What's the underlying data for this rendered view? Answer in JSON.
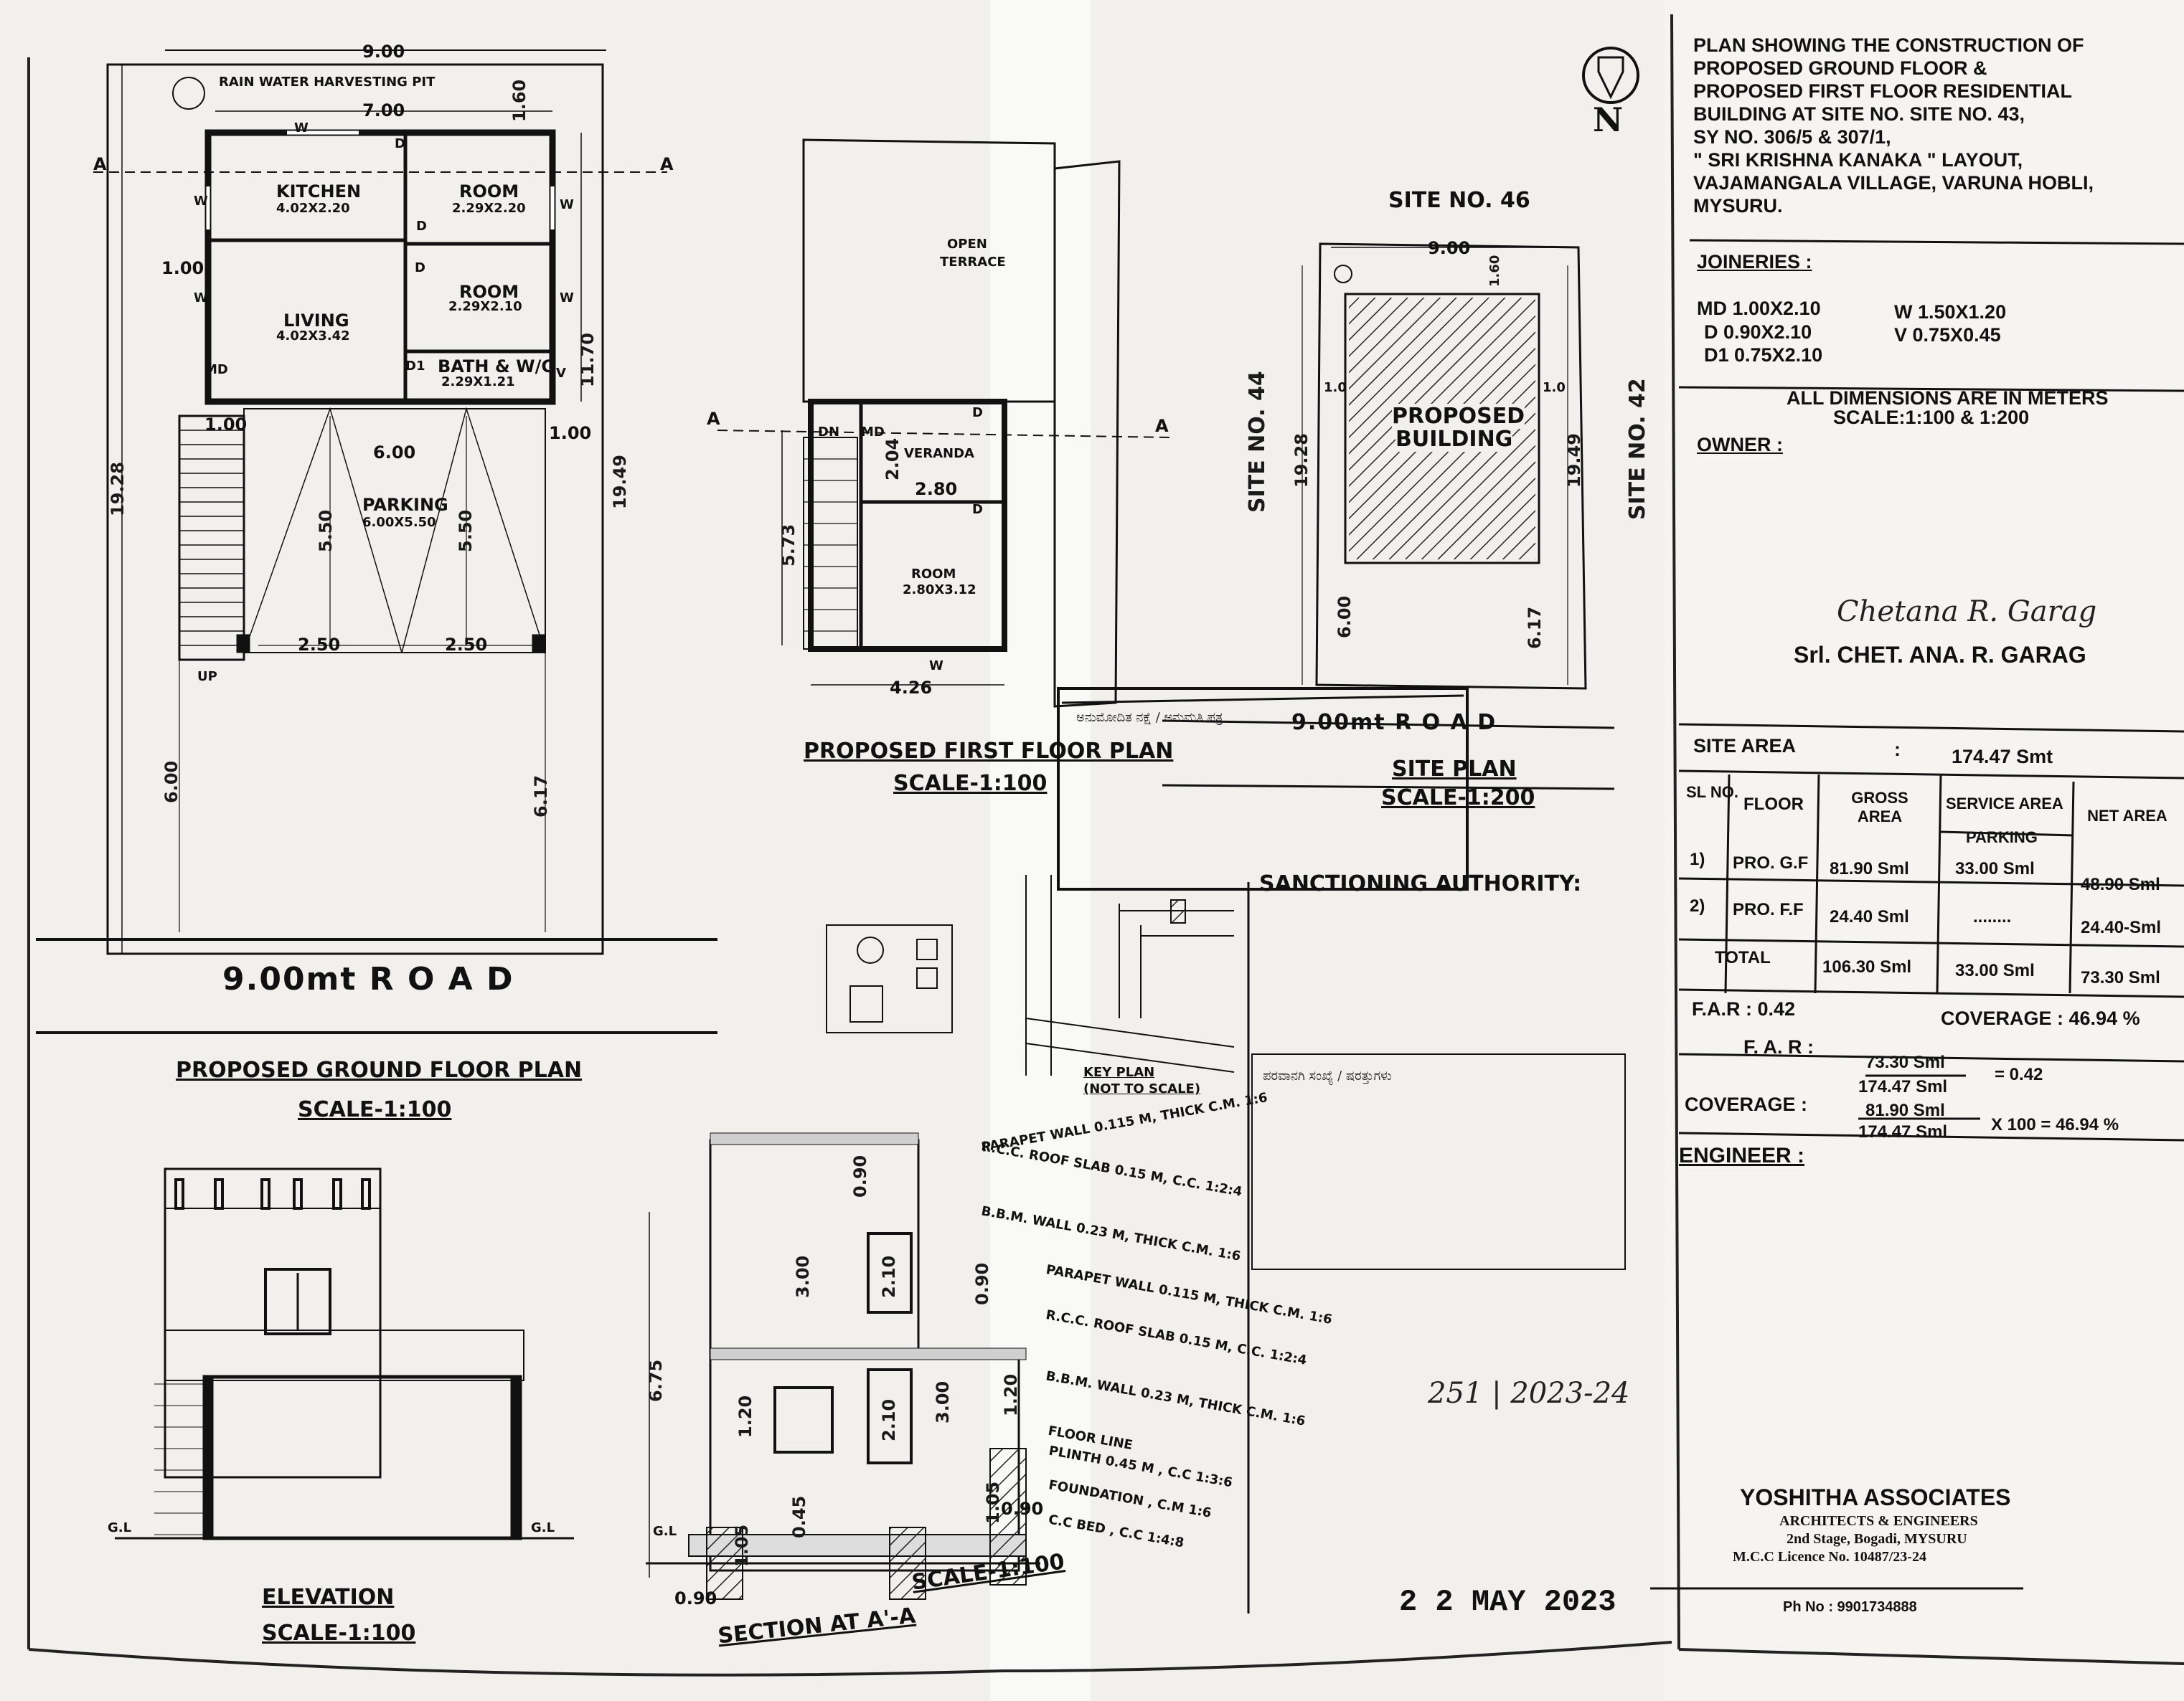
{
  "title_block": {
    "title_lines": [
      "PLAN SHOWING THE CONSTRUCTION OF",
      "PROPOSED GROUND FLOOR &",
      "PROPOSED FIRST FLOOR RESIDENTIAL",
      "BUILDING AT SITE NO. SITE NO. 43,",
      "SY NO. 306/5 & 307/1,",
      "\" SRI KRISHNA KANAKA \" LAYOUT,",
      "VAJAMANGALA VILLAGE, VARUNA HOBLI,",
      "MYSURU."
    ],
    "joineries_heading": "JOINERIES :",
    "joineries": [
      "MD  1.00X2.10",
      "W  1.50X1.20",
      "D   0.90X2.10",
      "V   0.75X0.45",
      "D1  0.75X2.10"
    ],
    "dimensions_note": "ALL DIMENSIONS ARE IN METERS",
    "scale_note": "SCALE:1:100 & 1:200",
    "owner_heading": "OWNER :",
    "owner_signature": "Chetana R. Garag",
    "owner_name": "Srl. CHET.  ANA. R. GARAG",
    "site_area_label": "SITE AREA",
    "site_area_colon": ":",
    "site_area_value": "174.47 Smt",
    "area_table": {
      "headers": [
        "SL NO.",
        "FLOOR",
        "GROSS AREA",
        "SERVICE AREA",
        "PARKING",
        "NET AREA"
      ],
      "rows": [
        [
          "1)",
          "PRO. G.F",
          "81.90 Sml",
          "33.00 Sml",
          "48.90 Sml"
        ],
        [
          "2)",
          "PRO. F.F",
          "24.40 Sml",
          "........",
          "24.40-Sml"
        ],
        [
          "",
          "TOTAL",
          "106.30 Sml",
          "33.00 Sml",
          "73.30 Sml"
        ]
      ]
    },
    "far_label": "F.A.R : 0.42",
    "coverage_label": "COVERAGE : 46.94 %",
    "far_calc_label": "F. A. R :",
    "far_num": "73.30  Sml",
    "far_den": "174.47  Sml",
    "far_result": "= 0.42",
    "coverage_calc_label": "COVERAGE :",
    "cov_num": "81.90  Sml",
    "cov_den": "174.47  Sml",
    "cov_result": "X 100  = 46.94 %",
    "engineer_heading": "ENGINEER :",
    "firm_name": "YOSHITHA ASSOCIATES",
    "firm_line1": "ARCHITECTS & ENGINEERS",
    "firm_line2": "2nd Stage, Bogadi, MYSURU",
    "firm_line3": "M.C.C Licence No. 10487/23-24",
    "firm_phone": "Ph No : 9901734888"
  },
  "ground_floor": {
    "title": "PROPOSED GROUND FLOOR PLAN",
    "scale": "SCALE-1:100",
    "road_label": "9.00mt  R O A D",
    "rwh_pit": "RAIN WATER HARVESTING PIT",
    "rooms": [
      {
        "name": "KITCHEN",
        "size": "4.02X2.20"
      },
      {
        "name": "ROOM",
        "size": "2.29X2.20"
      },
      {
        "name": "ROOM",
        "size": "2.29X2.10"
      },
      {
        "name": "LIVING",
        "size": "4.02X3.42"
      },
      {
        "name": "BATH & W/C",
        "size": "2.29X1.21"
      },
      {
        "name": "PARKING",
        "size": "6.00X5.50"
      }
    ],
    "dims": [
      "9.00",
      "7.00",
      "1.60",
      "1.00",
      "1.00",
      "1.00",
      "6.00",
      "5.50",
      "5.50",
      "2.50",
      "2.50",
      "19.28",
      "19.49",
      "11.70",
      "6.00",
      "6.17"
    ],
    "marks": [
      "W",
      "D",
      "D",
      "W",
      "W",
      "D",
      "W",
      "W",
      "MD",
      "D1",
      "V",
      "UP",
      "A",
      "A"
    ]
  },
  "first_floor": {
    "title": "PROPOSED FIRST FLOOR PLAN",
    "scale": "SCALE-1:100",
    "open_terrace": [
      "OPEN",
      "TERRACE"
    ],
    "veranda": "VERANDA",
    "room": {
      "name": "ROOM",
      "size": "2.80X3.12"
    },
    "dims": [
      "2.04",
      "2.80",
      "5.73",
      "4.26"
    ],
    "marks": [
      "DN",
      "MD",
      "D",
      "D",
      "W",
      "A",
      "A"
    ]
  },
  "site_plan": {
    "north": "N",
    "site_no_46": "SITE NO. 46",
    "site_no_44": "SITE NO. 44",
    "site_no_42": "SITE NO. 42",
    "building_label": [
      "PROPOSED",
      "BUILDING"
    ],
    "road": "9.00mt  R O A D",
    "title": "SITE PLAN",
    "scale": "SCALE-1:200",
    "dims": [
      "9.00",
      "1.60",
      "1.0",
      "1.0",
      "19.28",
      "19.49",
      "6.00",
      "6.17"
    ]
  },
  "key_plan": {
    "title": "KEY PLAN",
    "subtitle": "(NOT TO SCALE)"
  },
  "elevation": {
    "title": "ELEVATION",
    "scale": "SCALE-1:100",
    "gl": "G.L"
  },
  "section": {
    "title": "SECTION AT A'-A",
    "scale": "SCALE-1:100",
    "notes": [
      "PARAPET WALL 0.115 M, THICK C.M. 1:6",
      "R.C.C. ROOF SLAB 0.15 M, C.C. 1:2:4",
      "B.B.M. WALL 0.23 M, THICK C.M. 1:6",
      "PARAPET WALL 0.115 M, THICK C.M. 1:6",
      "R.C.C. ROOF SLAB 0.15 M, C.C. 1:2:4",
      "B.B.M. WALL 0.23 M, THICK C.M. 1:6",
      "FLOOR LINE",
      "PLINTH 0.45 M , C.C 1:3:6",
      "FOUNDATION , C.M 1:6",
      "C.C BED , C.C 1:4:8"
    ],
    "dims": [
      "0.90",
      "3.00",
      "2.10",
      "0.90",
      "6.75",
      "3.00",
      "2.10",
      "1.20",
      "1.20",
      "0.45",
      "1.05",
      "0.90",
      "0.90",
      "1.05"
    ],
    "gl": "G.L"
  },
  "sanction": {
    "heading": "SANCTIONING AUTHORITY:",
    "date_stamp": "2 2  MAY 2023",
    "permit_no": "251 | 2023-24"
  }
}
